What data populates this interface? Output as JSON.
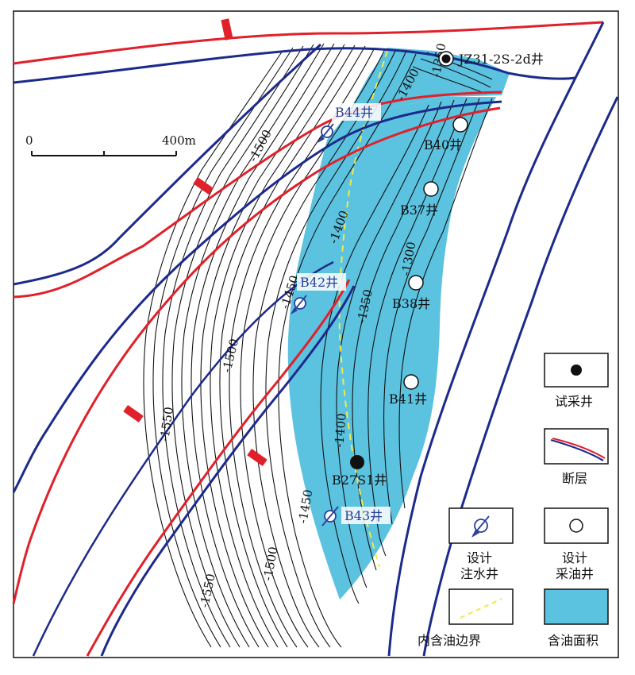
{
  "scale_bar": {
    "start": "0",
    "end": "400m"
  },
  "wells": {
    "jz": "JZ31-2S-2d井",
    "b40": "B40井",
    "b37": "B37井",
    "b38": "B38井",
    "b41": "B41井",
    "b27": "B27S1井"
  },
  "injection_wells": {
    "b44": "B44井",
    "b42": "B42井",
    "b43": "B43井"
  },
  "contour_labels": {
    "l1": "-1500",
    "l2": "-1400",
    "l3": "-1350",
    "l4": "-1400",
    "l5": "-1300",
    "l6": "-1450",
    "l7": "-1350",
    "l8": "-1500",
    "l9": "-1550",
    "l10": "-1400",
    "l11": "-1450",
    "l12": "-1500",
    "l13": "-1550"
  },
  "legend": {
    "trial_well": "试采井",
    "fault": "断层",
    "inj_line1": "设计",
    "inj_line2": "注水井",
    "prod_line1": "设计",
    "prod_line2": "采油井",
    "inner_boundary": "内含油边界",
    "oil_area": "含油面积"
  },
  "colors": {
    "oil_area": "#5bc2e0",
    "fault_red": "#e0202a",
    "fault_blue": "#1c2a8c",
    "inner_boundary": "#f3e84a",
    "injection_well": "#2a3f9a"
  }
}
